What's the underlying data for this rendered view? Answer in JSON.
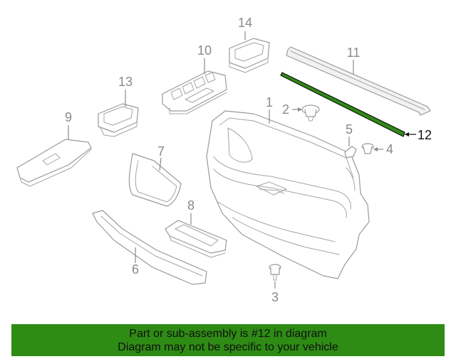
{
  "callouts": {
    "c1": "1",
    "c2": "2",
    "c3": "3",
    "c4": "4",
    "c5": "5",
    "c6": "6",
    "c7": "7",
    "c8": "8",
    "c9": "9",
    "c10": "10",
    "c11": "11",
    "c12": "12",
    "c13": "13",
    "c14": "14"
  },
  "highlight": {
    "part": "12",
    "color": "#2e8b14"
  },
  "banner": {
    "line1": "Part or sub-assembly is #12 in diagram",
    "line2": "Diagram may not be specific to your vehicle",
    "background": "#2e8b14"
  }
}
